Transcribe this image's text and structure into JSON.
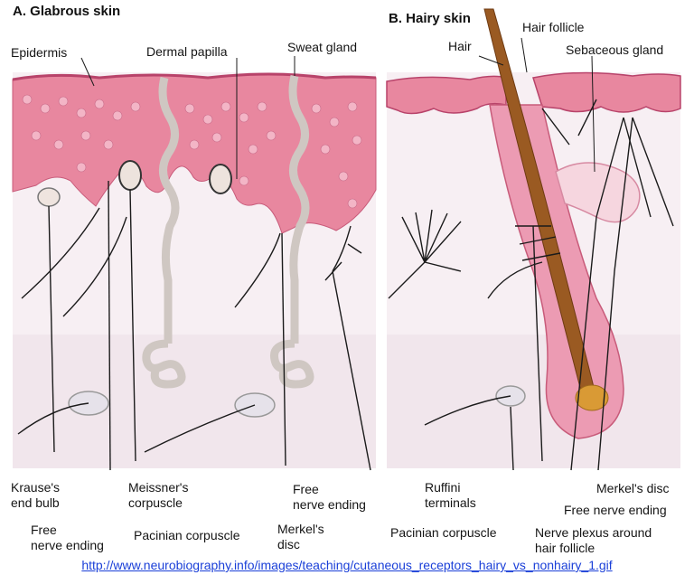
{
  "panels": {
    "a_title": "A. Glabrous skin",
    "b_title": "B. Hairy skin"
  },
  "labels": {
    "epidermis": "Epidermis",
    "dermal_papilla": "Dermal papilla",
    "sweat_gland": "Sweat gland",
    "hair_follicle": "Hair follicle",
    "hair": "Hair",
    "sebaceous_gland": "Sebaceous gland",
    "krause": "Krause's\nend bulb",
    "free_nerve_a1": "Free\nnerve ending",
    "meissner": "Meissner's\ncorpuscle",
    "pacinian_a": "Pacinian corpuscle",
    "free_nerve_a2": "Free\nnerve ending",
    "merkel_a": "Merkel's\ndisc",
    "ruffini": "Ruffini\nterminals",
    "pacinian_b": "Pacinian corpuscle",
    "nerve_plexus": "Nerve plexus around\nhair follicle",
    "free_nerve_b": "Free nerve ending",
    "merkel_b": "Merkel's disc"
  },
  "source_url": "http://www.neurobiography.info/images/teaching/cutaneous_receptors_hairy_vs_nonhairy_1.gif",
  "colors": {
    "epidermis": "#e88aa6",
    "dermis": "#f6eef3",
    "nerve": "#1b1b1b",
    "gland": "#cfc7c2",
    "hair": "#9a5a22",
    "link": "#1a3fd8"
  }
}
